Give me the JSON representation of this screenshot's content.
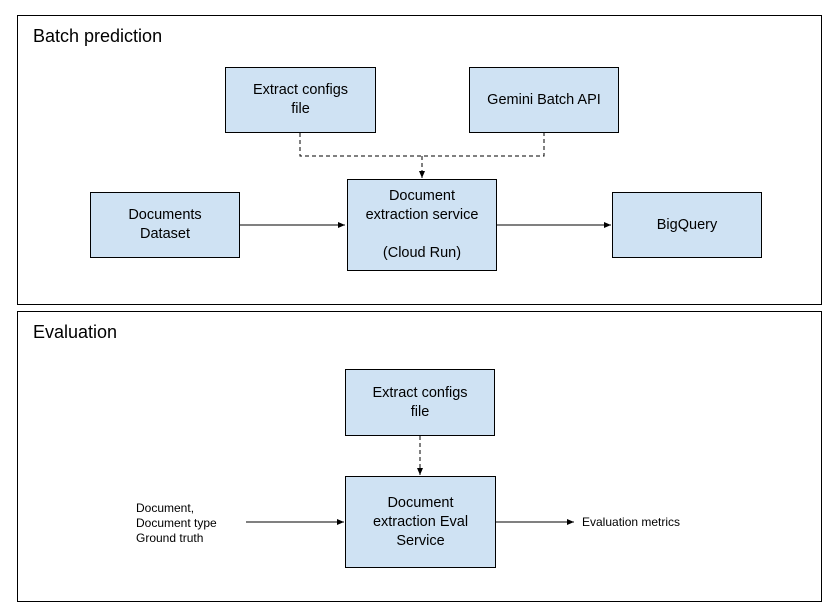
{
  "batch_panel": {
    "title": "Batch prediction",
    "nodes": {
      "extract_configs": "Extract configs\nfile",
      "gemini_batch_api": "Gemini Batch API",
      "documents_dataset": "Documents\nDataset",
      "extraction_service": "Document\nextraction service\n\n(Cloud Run)",
      "bigquery": "BigQuery"
    }
  },
  "eval_panel": {
    "title": "Evaluation",
    "nodes": {
      "extract_configs": "Extract configs\nfile",
      "eval_service": "Document\nextraction Eval\nService"
    },
    "input_text": "Document,\nDocument type\nGround truth",
    "output_text": "Evaluation metrics"
  },
  "colors": {
    "node_fill": "#cfe2f3",
    "border": "#000000"
  }
}
